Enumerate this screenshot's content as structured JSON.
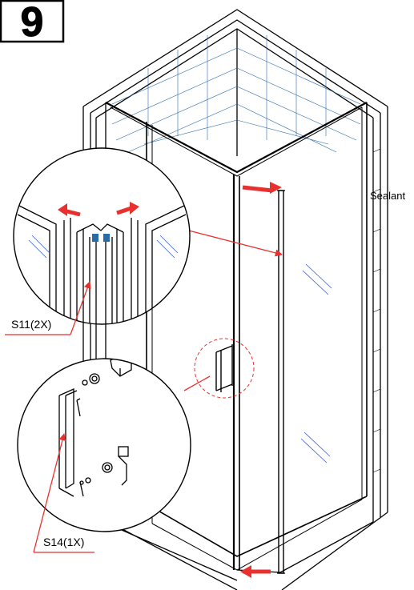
{
  "step": {
    "number": "9"
  },
  "labels": {
    "sealant": "Sealant",
    "part_s11": "S11(2X)",
    "part_s14": "S14(1X)"
  },
  "colors": {
    "arrow_red": "#e8312f",
    "callout_dash": "#e8312f",
    "tile_blue": "#2a6aa8",
    "glass_blue": "#3b5bd6",
    "ink": "#000000"
  }
}
